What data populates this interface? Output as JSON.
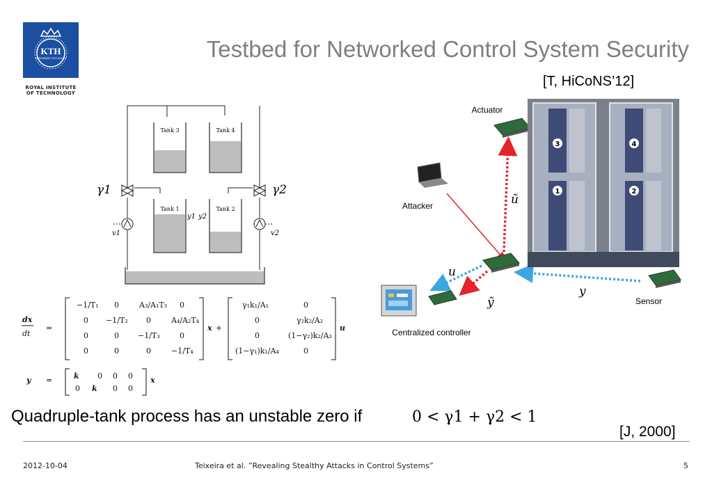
{
  "logo": {
    "name": "KTH",
    "seal_text": "VETENSKAP OCH KONST",
    "sub_line1": "ROYAL INSTITUTE",
    "sub_line2": "OF TECHNOLOGY"
  },
  "title": "Testbed for Networked Control System Security",
  "ref_top": "[T, HiCoNS’12]",
  "tank_diagram": {
    "tanks": [
      "Tank 3",
      "Tank 4",
      "Tank 1",
      "Tank 2"
    ],
    "valve_left": "γ1",
    "valve_right": "γ2",
    "output_left": "y1",
    "output_right": "y2",
    "input_left": "v1",
    "input_right": "v2"
  },
  "network": {
    "actuator": "Actuator",
    "attacker": "Attacker",
    "controller": "Centralized controller",
    "sensor": "Sensor",
    "u_tilde": "ũ",
    "u": "u",
    "y_tilde": "ỹ",
    "y": "y",
    "photo_tank_labels": [
      "3",
      "4",
      "1",
      "2"
    ]
  },
  "statement": "Quadruple-tank process has an unstable zero if",
  "condition": "0 < γ1 + γ2 < 1",
  "ref_bottom": "[J, 2000]",
  "footer": {
    "date": "2012-10-04",
    "citation": "Teixeira et al. ”Revealing Stealthy Attacks in Control Systems”",
    "page": "5"
  },
  "colors": {
    "kth_blue": "#1a4fa1",
    "title_gray": "#7f7f7f",
    "attack_red": "#e4232b",
    "signal_blue": "#3aa7e0"
  }
}
